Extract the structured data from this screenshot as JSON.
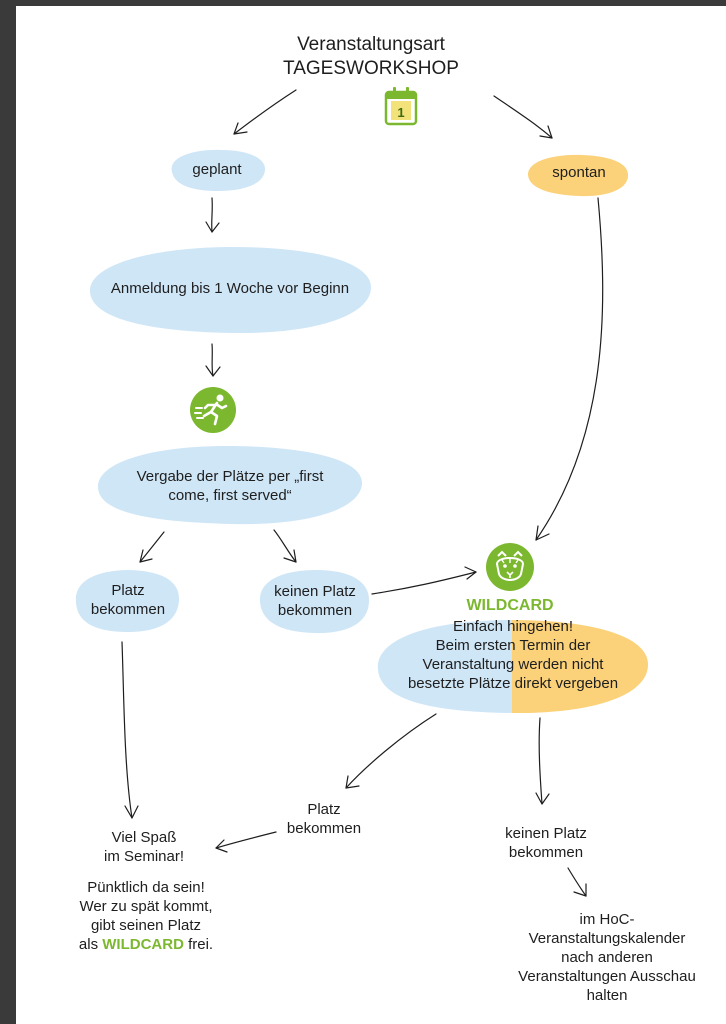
{
  "header": {
    "title_line1": "Veranstaltungsart",
    "title_line2": "TAGESWORKSHOP",
    "calendar_number": "1"
  },
  "nodes": {
    "geplant": "geplant",
    "spontan": "spontan",
    "anmeldung": "Anmeldung bis 1 Woche vor Beginn",
    "vergabe_line1": "Vergabe der Plätze per „first",
    "vergabe_line2": "come, first served“",
    "platz_bekommen_left_1": "Platz",
    "platz_bekommen_left_2": "bekommen",
    "keinen_platz_left_1": "keinen Platz",
    "keinen_platz_left_2": "bekommen",
    "wildcard_title": "WILDCARD",
    "wildcard_line1": "Einfach hingehen!",
    "wildcard_line2": "Beim ersten Termin der",
    "wildcard_line3": "Veranstaltung werden nicht",
    "wildcard_line4": "besetzte Plätze direkt vergeben",
    "platz_bekommen_mid_1": "Platz",
    "platz_bekommen_mid_2": "bekommen",
    "keinen_platz_right_1": "keinen Platz",
    "keinen_platz_right_2": "bekommen",
    "viel_spass_1": "Viel Spaß",
    "viel_spass_2": "im Seminar!",
    "puenktlich_1": "Pünktlich da sein!",
    "puenktlich_2": "Wer zu spät kommt,",
    "puenktlich_3": "gibt seinen Platz",
    "puenktlich_4a": "als",
    "puenktlich_4_wildcard": "WILDCARD",
    "puenktlich_4b": "frei.",
    "hoc_1": "im HoC-",
    "hoc_2": "Veranstaltungskalender",
    "hoc_3": "nach anderen",
    "hoc_4": "Veranstaltungen Ausschau",
    "hoc_5": "halten"
  },
  "icons": {
    "calendar": "calendar-icon",
    "runner": "running-person-icon",
    "tiger": "tiger-head-icon"
  },
  "colors": {
    "blue_blob": "#cfe6f7",
    "orange_blob": "#fbd27a",
    "green_accent": "#7cb82f",
    "frame": "#3a3a3a"
  }
}
